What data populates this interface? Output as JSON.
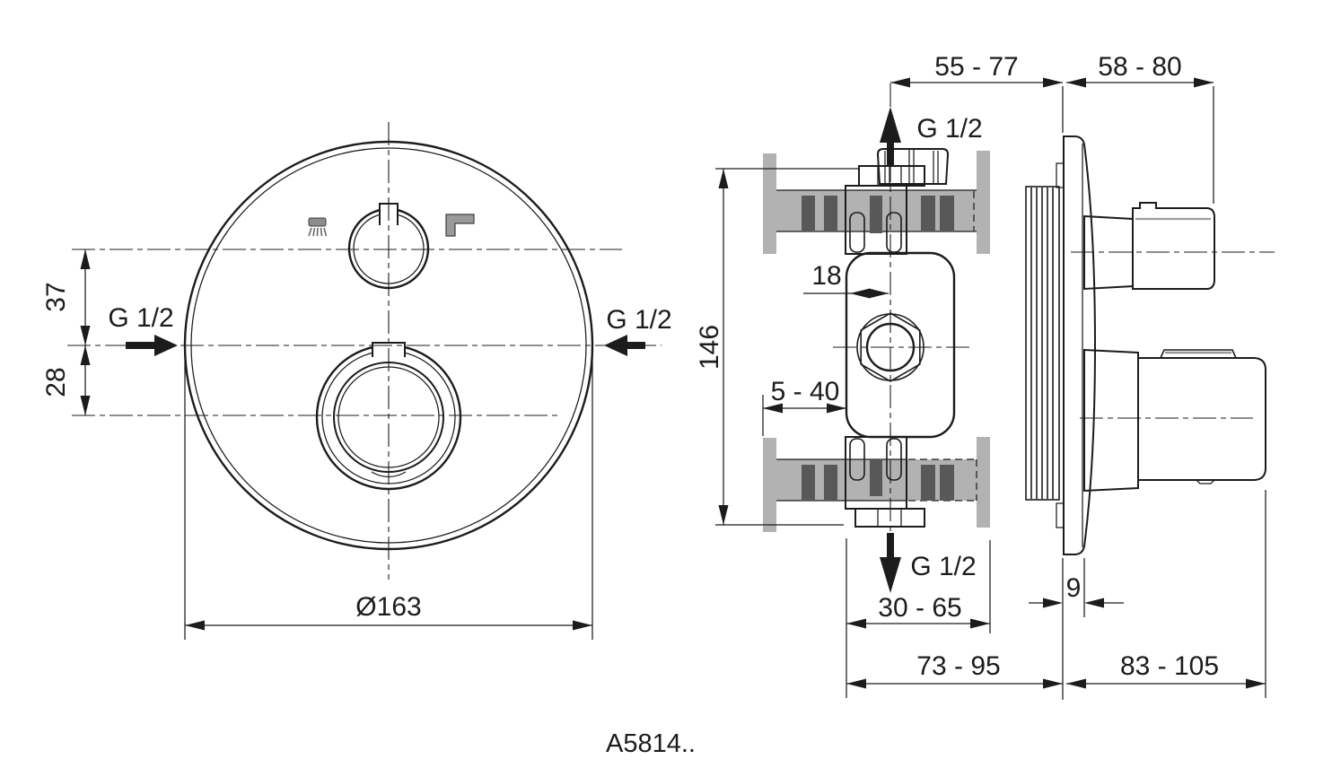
{
  "product_code": "A5814..",
  "front_view": {
    "dim_37": "37",
    "dim_28": "28",
    "inlet_left": "G 1/2",
    "inlet_right": "G 1/2",
    "diameter": "Ø163",
    "icons": {
      "left": "shower-spray",
      "right": "bath-spout"
    }
  },
  "side_view": {
    "dim_55_77": "55 - 77",
    "dim_58_80": "58 - 80",
    "outlet_top": "G 1/2",
    "dim_146": "146",
    "dim_18": "18",
    "dim_5_40": "5 - 40",
    "outlet_bottom": "G 1/2",
    "dim_9": "9",
    "dim_30_65": "30 - 65",
    "dim_73_95": "73 - 95",
    "dim_83_105": "83 - 105"
  },
  "colors": {
    "line": "#1c1c1c",
    "wall_gray": "#b2b2b2",
    "anchor_tick_gray": "#585858",
    "icon_gray": "#949494",
    "background": "#ffffff"
  }
}
